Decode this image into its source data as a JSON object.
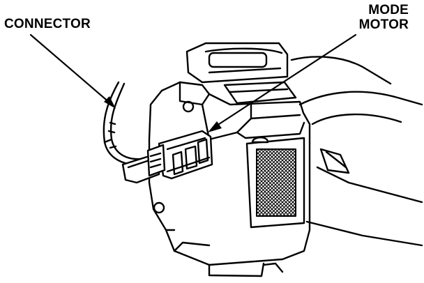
{
  "labels": {
    "connector": "CONNECTOR",
    "mode_motor_line1": "MODE",
    "mode_motor_line2": "MOTOR"
  },
  "colors": {
    "ink": "#000000",
    "paper": "#ffffff"
  }
}
